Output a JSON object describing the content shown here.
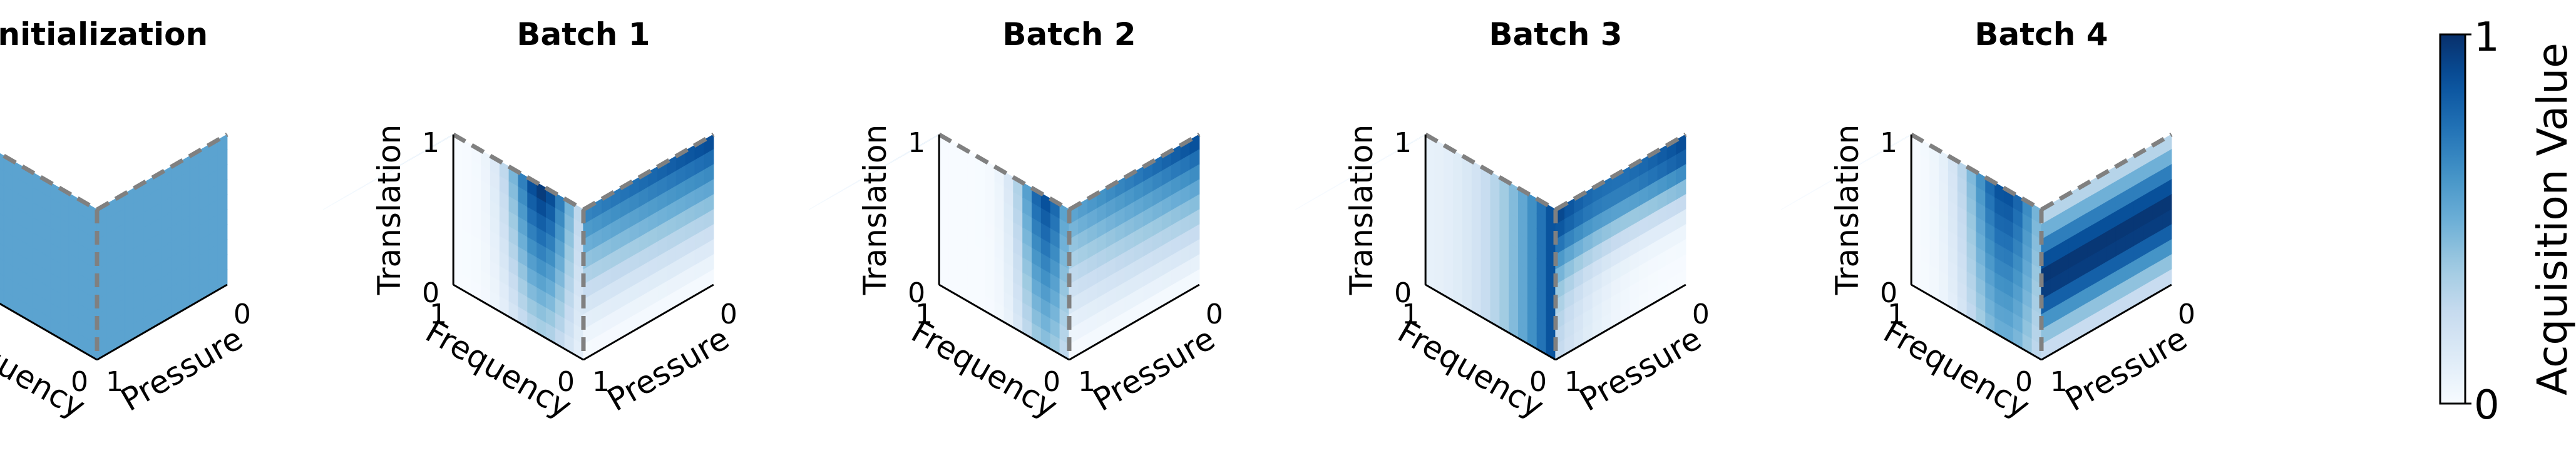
{
  "chart_data": {
    "type": "heatmap",
    "panels": [
      {
        "title": "Initialization",
        "pattern": "uniform",
        "level": 0.55
      },
      {
        "title": "Batch 1",
        "pattern": "batch1"
      },
      {
        "title": "Batch 2",
        "pattern": "batch2"
      },
      {
        "title": "Batch 3",
        "pattern": "batch3"
      },
      {
        "title": "Batch 4",
        "pattern": "batch4"
      }
    ],
    "axes": {
      "translation": {
        "label": "Translation",
        "ticks": [
          "0",
          "1"
        ]
      },
      "frequency": {
        "label": "Frequency",
        "ticks": [
          "1",
          "0"
        ]
      },
      "pressure": {
        "label": "Pressure",
        "ticks": [
          "1",
          "0"
        ]
      }
    },
    "colorbar": {
      "label": "Acquisition Value",
      "min": "0",
      "max": "1",
      "range": [
        0,
        1
      ]
    },
    "colors": {
      "low": "#f7fbff",
      "mid": "#6baed6",
      "high": "#08306b",
      "edge_dash": "#808080",
      "axis": "#000000",
      "cube_edge": "#ffffff"
    }
  }
}
